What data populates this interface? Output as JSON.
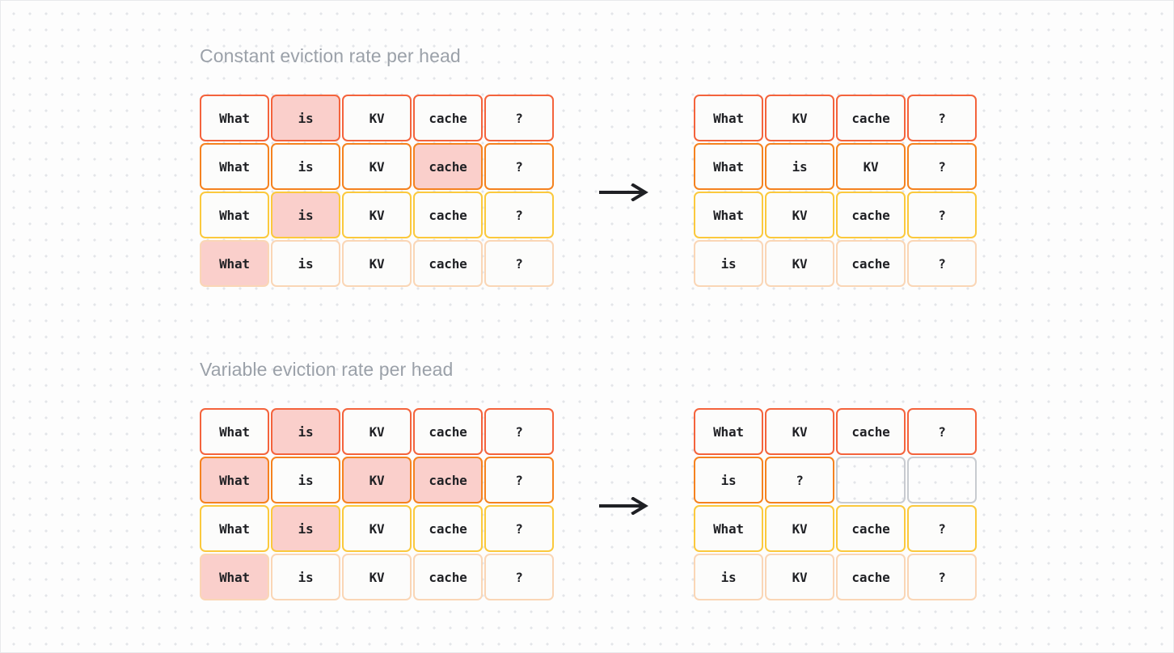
{
  "page": {
    "background_color": "#fdfdfd",
    "dot_color": "#e3e5e9",
    "arrow_icon": "arrow-right"
  },
  "palette": {
    "row_border_1": "#f4633c",
    "row_border_2": "#f5821f",
    "row_border_3": "#fbc93d",
    "row_border_4": "#fad6b6",
    "empty_border": "#c8cbd0",
    "highlight_fill": "#facfcb",
    "cell_fill": "#fcfcfb",
    "title_color": "#9ba1a9",
    "text_color": "#1f2024"
  },
  "sections": [
    {
      "id": "constant",
      "title": "Constant eviction rate per head",
      "before": {
        "rows": [
          {
            "accent": "r1",
            "cells": [
              {
                "text": "What",
                "state": "plain"
              },
              {
                "text": "is",
                "state": "highlight"
              },
              {
                "text": "KV",
                "state": "plain"
              },
              {
                "text": "cache",
                "state": "plain"
              },
              {
                "text": "?",
                "state": "plain"
              }
            ]
          },
          {
            "accent": "r2",
            "cells": [
              {
                "text": "What",
                "state": "plain"
              },
              {
                "text": "is",
                "state": "plain"
              },
              {
                "text": "KV",
                "state": "plain"
              },
              {
                "text": "cache",
                "state": "highlight"
              },
              {
                "text": "?",
                "state": "plain"
              }
            ]
          },
          {
            "accent": "r3",
            "cells": [
              {
                "text": "What",
                "state": "plain"
              },
              {
                "text": "is",
                "state": "highlight"
              },
              {
                "text": "KV",
                "state": "plain"
              },
              {
                "text": "cache",
                "state": "plain"
              },
              {
                "text": "?",
                "state": "plain"
              }
            ]
          },
          {
            "accent": "r4",
            "cells": [
              {
                "text": "What",
                "state": "highlight"
              },
              {
                "text": "is",
                "state": "plain"
              },
              {
                "text": "KV",
                "state": "plain"
              },
              {
                "text": "cache",
                "state": "plain"
              },
              {
                "text": "?",
                "state": "plain"
              }
            ]
          }
        ]
      },
      "after": {
        "rows": [
          {
            "accent": "r1",
            "cells": [
              {
                "text": "What",
                "state": "plain"
              },
              {
                "text": "KV",
                "state": "plain"
              },
              {
                "text": "cache",
                "state": "plain"
              },
              {
                "text": "?",
                "state": "plain"
              }
            ]
          },
          {
            "accent": "r2",
            "cells": [
              {
                "text": "What",
                "state": "plain"
              },
              {
                "text": "is",
                "state": "plain"
              },
              {
                "text": "KV",
                "state": "plain"
              },
              {
                "text": "?",
                "state": "plain"
              }
            ]
          },
          {
            "accent": "r3",
            "cells": [
              {
                "text": "What",
                "state": "plain"
              },
              {
                "text": "KV",
                "state": "plain"
              },
              {
                "text": "cache",
                "state": "plain"
              },
              {
                "text": "?",
                "state": "plain"
              }
            ]
          },
          {
            "accent": "r4",
            "cells": [
              {
                "text": "is",
                "state": "plain"
              },
              {
                "text": "KV",
                "state": "plain"
              },
              {
                "text": "cache",
                "state": "plain"
              },
              {
                "text": "?",
                "state": "plain"
              }
            ]
          }
        ]
      }
    },
    {
      "id": "variable",
      "title": "Variable eviction rate per head",
      "before": {
        "rows": [
          {
            "accent": "r1",
            "cells": [
              {
                "text": "What",
                "state": "plain"
              },
              {
                "text": "is",
                "state": "highlight"
              },
              {
                "text": "KV",
                "state": "plain"
              },
              {
                "text": "cache",
                "state": "plain"
              },
              {
                "text": "?",
                "state": "plain"
              }
            ]
          },
          {
            "accent": "r2",
            "cells": [
              {
                "text": "What",
                "state": "highlight"
              },
              {
                "text": "is",
                "state": "plain"
              },
              {
                "text": "KV",
                "state": "highlight"
              },
              {
                "text": "cache",
                "state": "highlight"
              },
              {
                "text": "?",
                "state": "plain"
              }
            ]
          },
          {
            "accent": "r3",
            "cells": [
              {
                "text": "What",
                "state": "plain"
              },
              {
                "text": "is",
                "state": "highlight"
              },
              {
                "text": "KV",
                "state": "plain"
              },
              {
                "text": "cache",
                "state": "plain"
              },
              {
                "text": "?",
                "state": "plain"
              }
            ]
          },
          {
            "accent": "r4",
            "cells": [
              {
                "text": "What",
                "state": "highlight"
              },
              {
                "text": "is",
                "state": "plain"
              },
              {
                "text": "KV",
                "state": "plain"
              },
              {
                "text": "cache",
                "state": "plain"
              },
              {
                "text": "?",
                "state": "plain"
              }
            ]
          }
        ]
      },
      "after": {
        "rows": [
          {
            "accent": "r1",
            "cells": [
              {
                "text": "What",
                "state": "plain"
              },
              {
                "text": "KV",
                "state": "plain"
              },
              {
                "text": "cache",
                "state": "plain"
              },
              {
                "text": "?",
                "state": "plain"
              }
            ]
          },
          {
            "accent": "r2",
            "cells": [
              {
                "text": "is",
                "state": "plain"
              },
              {
                "text": "?",
                "state": "plain"
              },
              {
                "text": "",
                "state": "empty"
              },
              {
                "text": "",
                "state": "empty"
              }
            ]
          },
          {
            "accent": "r3",
            "cells": [
              {
                "text": "What",
                "state": "plain"
              },
              {
                "text": "KV",
                "state": "plain"
              },
              {
                "text": "cache",
                "state": "plain"
              },
              {
                "text": "?",
                "state": "plain"
              }
            ]
          },
          {
            "accent": "r4",
            "cells": [
              {
                "text": "is",
                "state": "plain"
              },
              {
                "text": "KV",
                "state": "plain"
              },
              {
                "text": "cache",
                "state": "plain"
              },
              {
                "text": "?",
                "state": "plain"
              }
            ]
          }
        ]
      }
    }
  ]
}
